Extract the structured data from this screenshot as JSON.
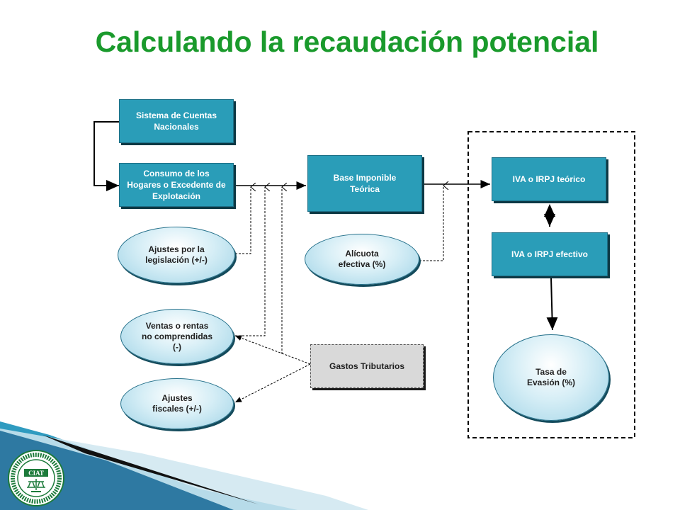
{
  "title": "Calculando la recaudación potencial",
  "nodes": {
    "sistema": "Sistema de Cuentas Nacionales",
    "consumo": "Consumo de los Hogares o Excedente de Explotación",
    "base": "Base Imponible Teórica",
    "iva_teorico": "IVA o IRPJ teórico",
    "iva_efectivo": "IVA o IRPJ efectivo",
    "ajustes_legislacion": "Ajustes por la legislación (+/-)",
    "alicuota": "Alícuota efectiva (%)",
    "ventas": "Ventas o rentas no comprendidas (-)",
    "ajustes_fiscales": "Ajustes fiscales (+/-)",
    "gastos": "Gastos Tributarios",
    "tasa": "Tasa de Evasión (%)"
  },
  "logo": {
    "inner_text": "CIAT",
    "color": "#1c7a3a"
  }
}
